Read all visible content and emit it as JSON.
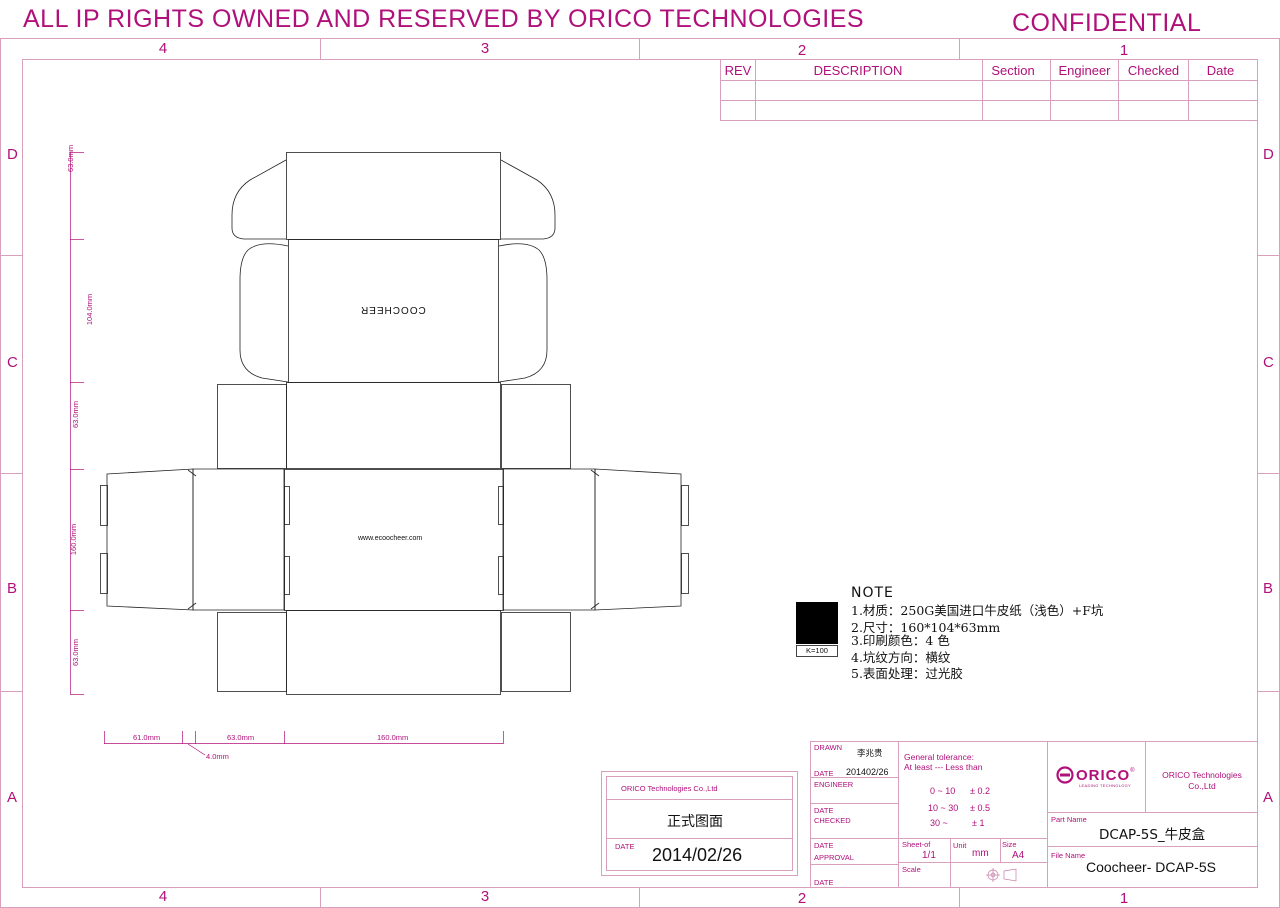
{
  "header": {
    "rights": "ALL IP RIGHTS OWNED AND RESERVED BY ORICO TECHNOLOGIES",
    "confidential": "CONFIDENTIAL"
  },
  "zones": {
    "numbers_top": [
      "4",
      "3",
      "2",
      "1"
    ],
    "numbers_bottom": [
      "4",
      "3",
      "2",
      "1"
    ],
    "letters_left": [
      "D",
      "C",
      "B",
      "A"
    ],
    "letters_right": [
      "D",
      "C",
      "B",
      "A"
    ]
  },
  "revision_table": {
    "headers": [
      "REV",
      "DESCRIPTION",
      "Section",
      "Engineer",
      "Checked",
      "Date"
    ]
  },
  "dieline": {
    "brand_mirrored": "COOCHEER",
    "website": "www.ecoocheer.com",
    "dim_vertical": [
      "63.0mm",
      "104.0mm",
      "63.0mm",
      "160.0mm",
      "63.0mm"
    ],
    "dim_horizontal": [
      "61.0mm",
      "63.0mm",
      "160.0mm"
    ],
    "dim_small": "4.0mm"
  },
  "note": {
    "title": "NOTE",
    "swatch_label": "K=100",
    "swatch_color": "#000000",
    "lines": [
      "1.材质：250G美国进口牛皮纸（浅色）+F坑",
      "2.尺寸：160*104*63mm",
      "3.印刷颜色：4 色",
      "4.坑纹方向：横纹",
      "5.表面处理：过光胶"
    ]
  },
  "approval_stamp": {
    "company": "ORICO Technologies Co.,Ltd",
    "title": "正式图面",
    "date_label": "DATE",
    "date_value": "2014/02/26"
  },
  "title_block": {
    "drawn_label": "DRAWN",
    "drawn_value": "李兆贵",
    "date1_label": "DATE",
    "date1_value": "201402/26",
    "engineer_label": "ENGINEER",
    "date2_label": "DATE",
    "checked_label": "CHECKED",
    "date3_label": "DATE",
    "approval_label": "APPROVAL",
    "date4_label": "DATE",
    "tolerance_title": "General tolerance:",
    "tolerance_sub": "At least --- Less than",
    "tolerances": [
      {
        "range": "0 ~ 10",
        "tol": "± 0.2"
      },
      {
        "range": "10 ~ 30",
        "tol": "± 0.5"
      },
      {
        "range": "30 ~",
        "tol": "± 1"
      }
    ],
    "sheet_label": "Sheet-of",
    "sheet_value": "1/1",
    "unit_label": "Unit",
    "unit_value": "mm",
    "size_label": "Size",
    "size_value": "A4",
    "scale_label": "Scale",
    "logo_text": "ORICO",
    "logo_tagline": "LEADING TECHNOLOGY",
    "company": "ORICO Technologies Co.,Ltd",
    "part_name_label": "Part Name",
    "part_name_value": "DCAP-5S_牛皮盒",
    "file_name_label": "File Name",
    "file_name_value": "Coocheer- DCAP-5S"
  },
  "colors": {
    "accent": "#b0107a",
    "frame": "#d9a0bd"
  }
}
